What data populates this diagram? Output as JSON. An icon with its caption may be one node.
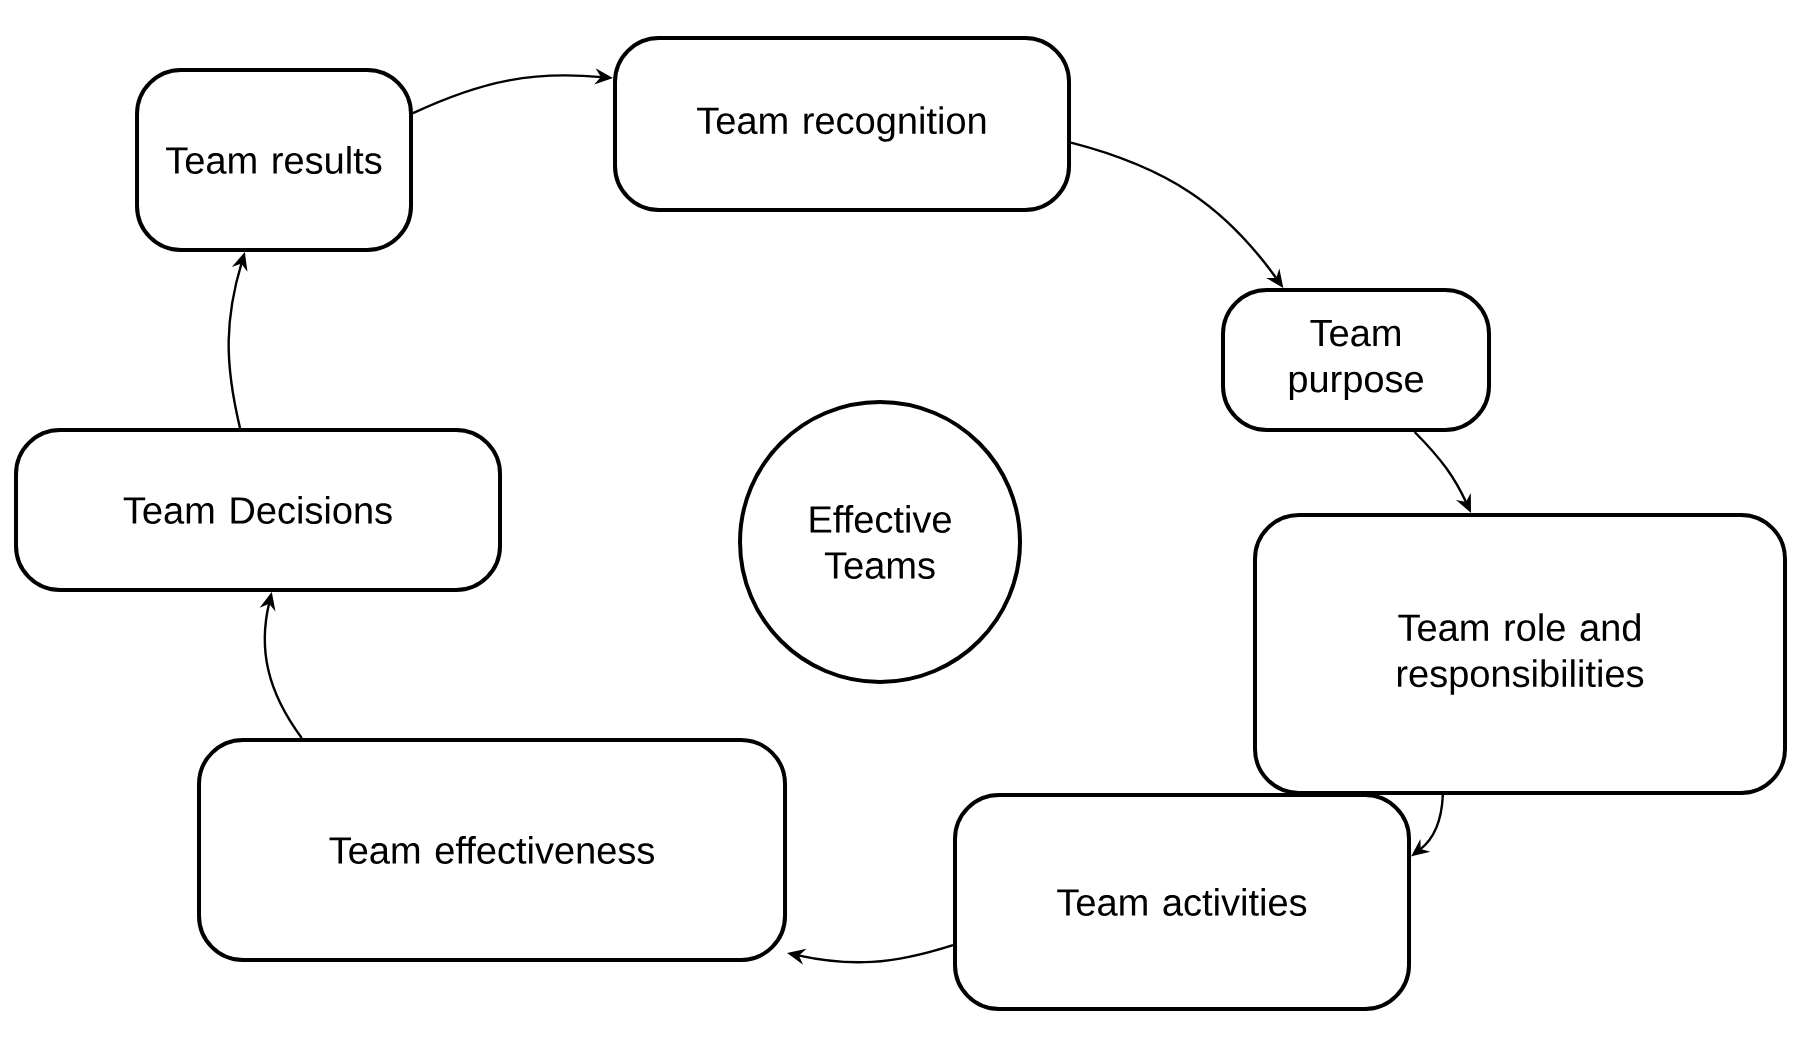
{
  "diagram": {
    "nodes": [
      {
        "text": [
          "Team results"
        ]
      },
      {
        "text": [
          "Team recognition"
        ]
      },
      {
        "text": [
          "Team purpose"
        ]
      },
      {
        "text": [
          "Team role and responsibilities"
        ]
      },
      {
        "text": [
          "Team activities"
        ]
      },
      {
        "text": [
          "Team effectiveness"
        ]
      },
      {
        "text": [
          "Team Decisions"
        ]
      },
      {
        "text": [
          "Effective Teams"
        ]
      }
    ],
    "edges": [
      {
        "from": 0,
        "to": 1,
        "arrow": "to"
      },
      {
        "from": 1,
        "to": 2,
        "arrow": "to"
      },
      {
        "from": 2,
        "to": 3,
        "arrow": "to"
      },
      {
        "from": 3,
        "to": 4,
        "arrow": "to"
      },
      {
        "from": 4,
        "to": 5,
        "arrow": "to"
      },
      {
        "from": 5,
        "to": 6,
        "arrow": "to"
      },
      {
        "from": 6,
        "to": 0,
        "arrow": "to"
      }
    ]
  }
}
